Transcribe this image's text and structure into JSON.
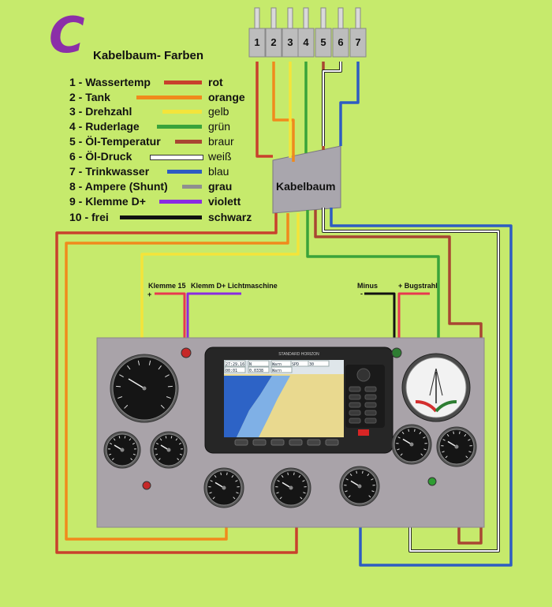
{
  "header": {
    "letter": "C",
    "title": "Kabelbaum- Farben"
  },
  "legend": [
    {
      "label": "1 - Wassertemp",
      "color_name": "rot",
      "color": "#c8412c",
      "bold": true
    },
    {
      "label": "2 - Tank",
      "color_name": "orange",
      "color": "#f08a1c",
      "bold": true
    },
    {
      "label": "3 - Drehzahl",
      "color_name": "gelb",
      "color": "#f4e43a",
      "bold": false
    },
    {
      "label": "4 - Ruderlage",
      "color_name": "grün",
      "color": "#3aa33a",
      "bold": false
    },
    {
      "label": "5 - Öl-Temperatur",
      "color_name": "braur",
      "color": "#a84632",
      "bold": false
    },
    {
      "label": "6 - Öl-Druck",
      "color_name": "weiß",
      "color": "#ffffff",
      "bold": false
    },
    {
      "label": "7 - Trinkwasser",
      "color_name": "blau",
      "color": "#2e5cc2",
      "bold": false
    },
    {
      "label": "8 - Ampere (Shunt)",
      "color_name": "grau",
      "color": "#8f8f8f",
      "bold": true
    },
    {
      "label": "9 - Klemme D+",
      "color_name": "violett",
      "color": "#8a2be2",
      "bold": true
    },
    {
      "label": "10 - frei",
      "color_name": "schwarz",
      "color": "#111111",
      "bold": true
    }
  ],
  "connector_pins": [
    "1",
    "2",
    "3",
    "4",
    "5",
    "6",
    "7"
  ],
  "harness_label": "Kabelbaum",
  "wire_labels": {
    "klemme15": "Klemme 15",
    "klemme15_sign": "+",
    "klemme_d": "Klemm D+ Lichtmaschine",
    "minus": "Minus",
    "minus_sign": "-",
    "bugstrahl": "+ Bugstrahl"
  },
  "chartplotter": {
    "brand": "STANDARD HORIZON",
    "screen_cells": [
      "27:29.16",
      "N",
      "Warn",
      "SPD",
      "30",
      "00:01",
      "0.0338",
      "Warn"
    ]
  }
}
